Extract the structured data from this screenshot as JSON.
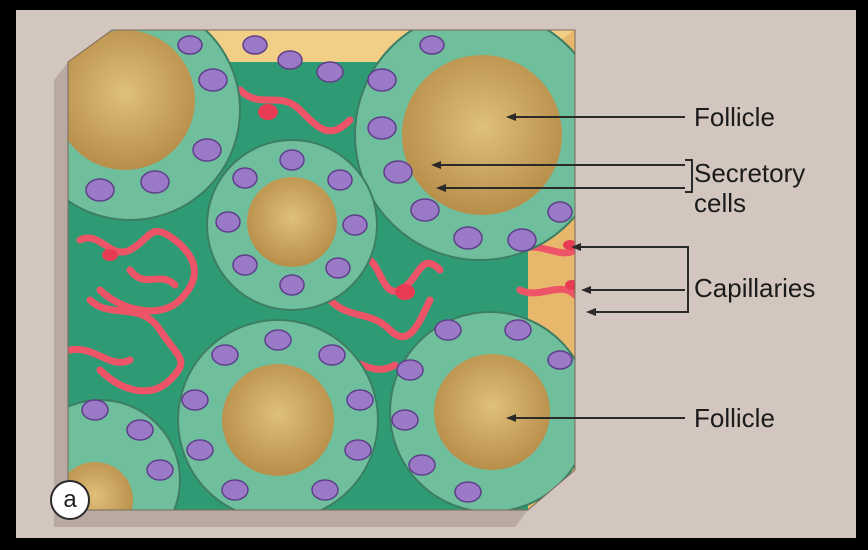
{
  "labels": {
    "follicle_top": "Follicle",
    "secretory_line1": "Secretory",
    "secretory_line2": "cells",
    "capillaries": "Capillaries",
    "follicle_bottom": "Follicle"
  },
  "panel_letter": "a",
  "colors": {
    "background": "#d3c6bf",
    "frame": "#000000",
    "colloid": "#c9a45e",
    "cell_green": "#6fbf9d",
    "nucleus_purple": "#9a79c7",
    "capillary_red": "#e84a5f",
    "stroma_green": "#2f9b74"
  }
}
